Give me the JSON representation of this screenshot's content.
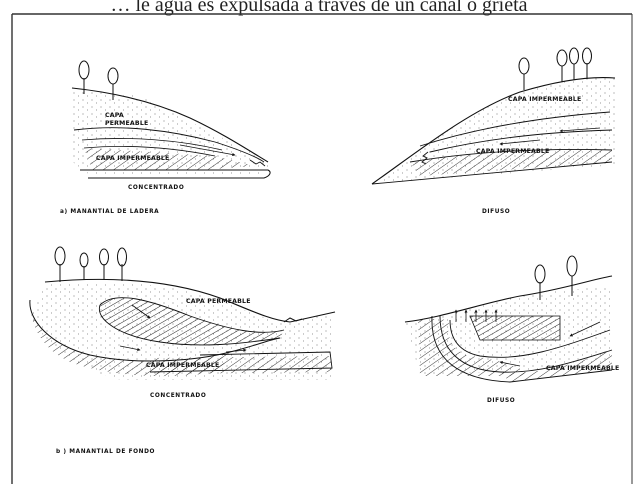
{
  "top_caption": "… le agua es expulsada a través de un canal o grieta",
  "figures": {
    "a_concentrado": {
      "upper_layer": "CAPA PERMEABLE",
      "lower_layer": "CAPA IMPERMEABLE",
      "caption": "CONCENTRADO"
    },
    "a_difuso": {
      "upper_layer": "CAPA IMPERMEABLE",
      "lower_layer": "CAPA IMPERMEABLE",
      "caption": "DIFUSO"
    },
    "b_concentrado": {
      "upper_layer": "CAPA PERMEABLE",
      "lower_layer": "CAPA IMPERMEABLE",
      "caption": "CONCENTRADO"
    },
    "b_difuso": {
      "lower_layer": "CAPA IMPERMEABLE",
      "caption": "DIFUSO"
    }
  },
  "sections": {
    "a_title": "a)  MANANTIAL  DE  LADERA",
    "b_title": "b )  MANANTIAL  DE  FONDO"
  }
}
